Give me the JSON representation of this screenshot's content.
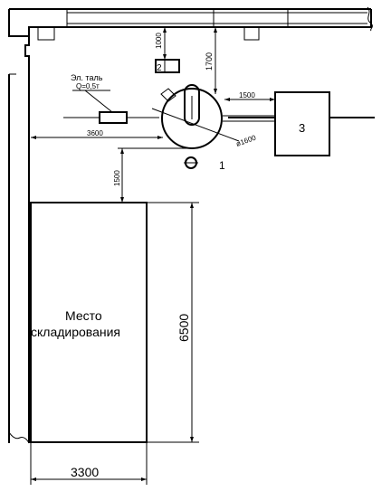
{
  "labels": {
    "hoist_name": "Эл. таль",
    "hoist_capacity": "Q=0,5т",
    "machine_number": "1",
    "equipment_number": "3",
    "small_box_number": "2",
    "diameter": "ø1600",
    "storage_line1": "Место",
    "storage_line2": "складирования"
  },
  "dimensions": {
    "d_1000": "1000",
    "d_1700": "1700",
    "d_1500_right": "1500",
    "d_3600": "3600",
    "d_1500_down": "1500",
    "d_6500": "6500",
    "d_3300": "3300"
  }
}
